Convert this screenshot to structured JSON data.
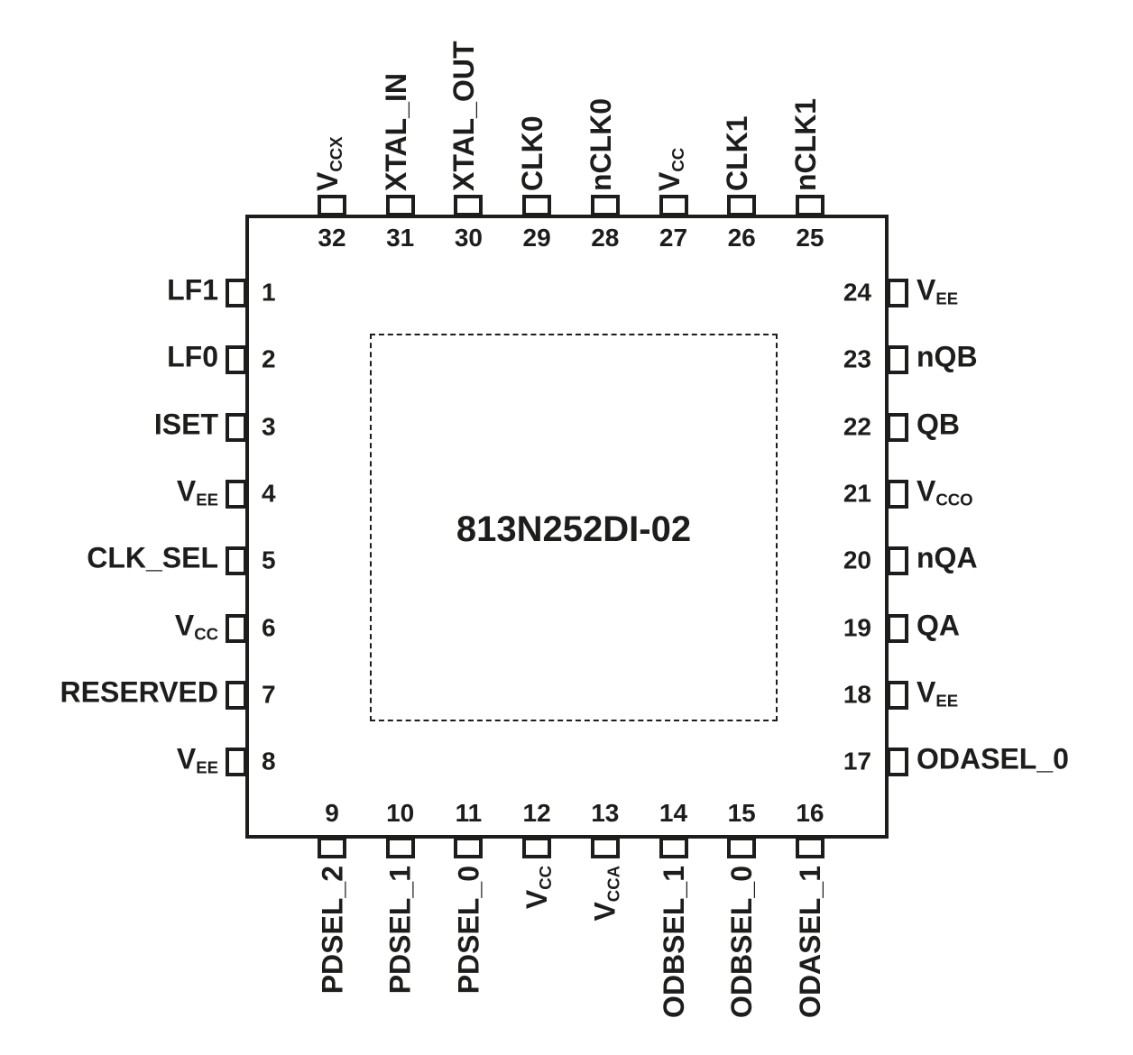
{
  "chip": {
    "title": "813N252DI-02"
  },
  "colors": {
    "ink": "#1d1d1b",
    "background": "#ffffff"
  },
  "pins": {
    "left": [
      {
        "num": "1",
        "base": "LF1",
        "sub": ""
      },
      {
        "num": "2",
        "base": "LF0",
        "sub": ""
      },
      {
        "num": "3",
        "base": "ISET",
        "sub": ""
      },
      {
        "num": "4",
        "base": "V",
        "sub": "EE"
      },
      {
        "num": "5",
        "base": "CLK_SEL",
        "sub": ""
      },
      {
        "num": "6",
        "base": "V",
        "sub": "CC"
      },
      {
        "num": "7",
        "base": "RESERVED",
        "sub": ""
      },
      {
        "num": "8",
        "base": "V",
        "sub": "EE"
      }
    ],
    "top": [
      {
        "num": "32",
        "base": "V",
        "sub": "CCX"
      },
      {
        "num": "31",
        "base": "XTAL_IN",
        "sub": ""
      },
      {
        "num": "30",
        "base": "XTAL_OUT",
        "sub": ""
      },
      {
        "num": "29",
        "base": "CLK0",
        "sub": ""
      },
      {
        "num": "28",
        "base": "nCLK0",
        "sub": ""
      },
      {
        "num": "27",
        "base": "V",
        "sub": "CC"
      },
      {
        "num": "26",
        "base": "CLK1",
        "sub": ""
      },
      {
        "num": "25",
        "base": "nCLK1",
        "sub": ""
      }
    ],
    "right": [
      {
        "num": "24",
        "base": "V",
        "sub": "EE"
      },
      {
        "num": "23",
        "base": "nQB",
        "sub": ""
      },
      {
        "num": "22",
        "base": "QB",
        "sub": ""
      },
      {
        "num": "21",
        "base": "V",
        "sub": "CCO"
      },
      {
        "num": "20",
        "base": "nQA",
        "sub": ""
      },
      {
        "num": "19",
        "base": "QA",
        "sub": ""
      },
      {
        "num": "18",
        "base": "V",
        "sub": "EE"
      },
      {
        "num": "17",
        "base": "ODASEL_0",
        "sub": ""
      }
    ],
    "bottom": [
      {
        "num": "9",
        "base": "PDSEL_2",
        "sub": ""
      },
      {
        "num": "10",
        "base": "PDSEL_1",
        "sub": ""
      },
      {
        "num": "11",
        "base": "PDSEL_0",
        "sub": ""
      },
      {
        "num": "12",
        "base": "V",
        "sub": "CC"
      },
      {
        "num": "13",
        "base": "V",
        "sub": "CCA"
      },
      {
        "num": "14",
        "base": "ODBSEL_1",
        "sub": ""
      },
      {
        "num": "15",
        "base": "ODBSEL_0",
        "sub": ""
      },
      {
        "num": "16",
        "base": "ODASEL_1",
        "sub": ""
      }
    ]
  }
}
